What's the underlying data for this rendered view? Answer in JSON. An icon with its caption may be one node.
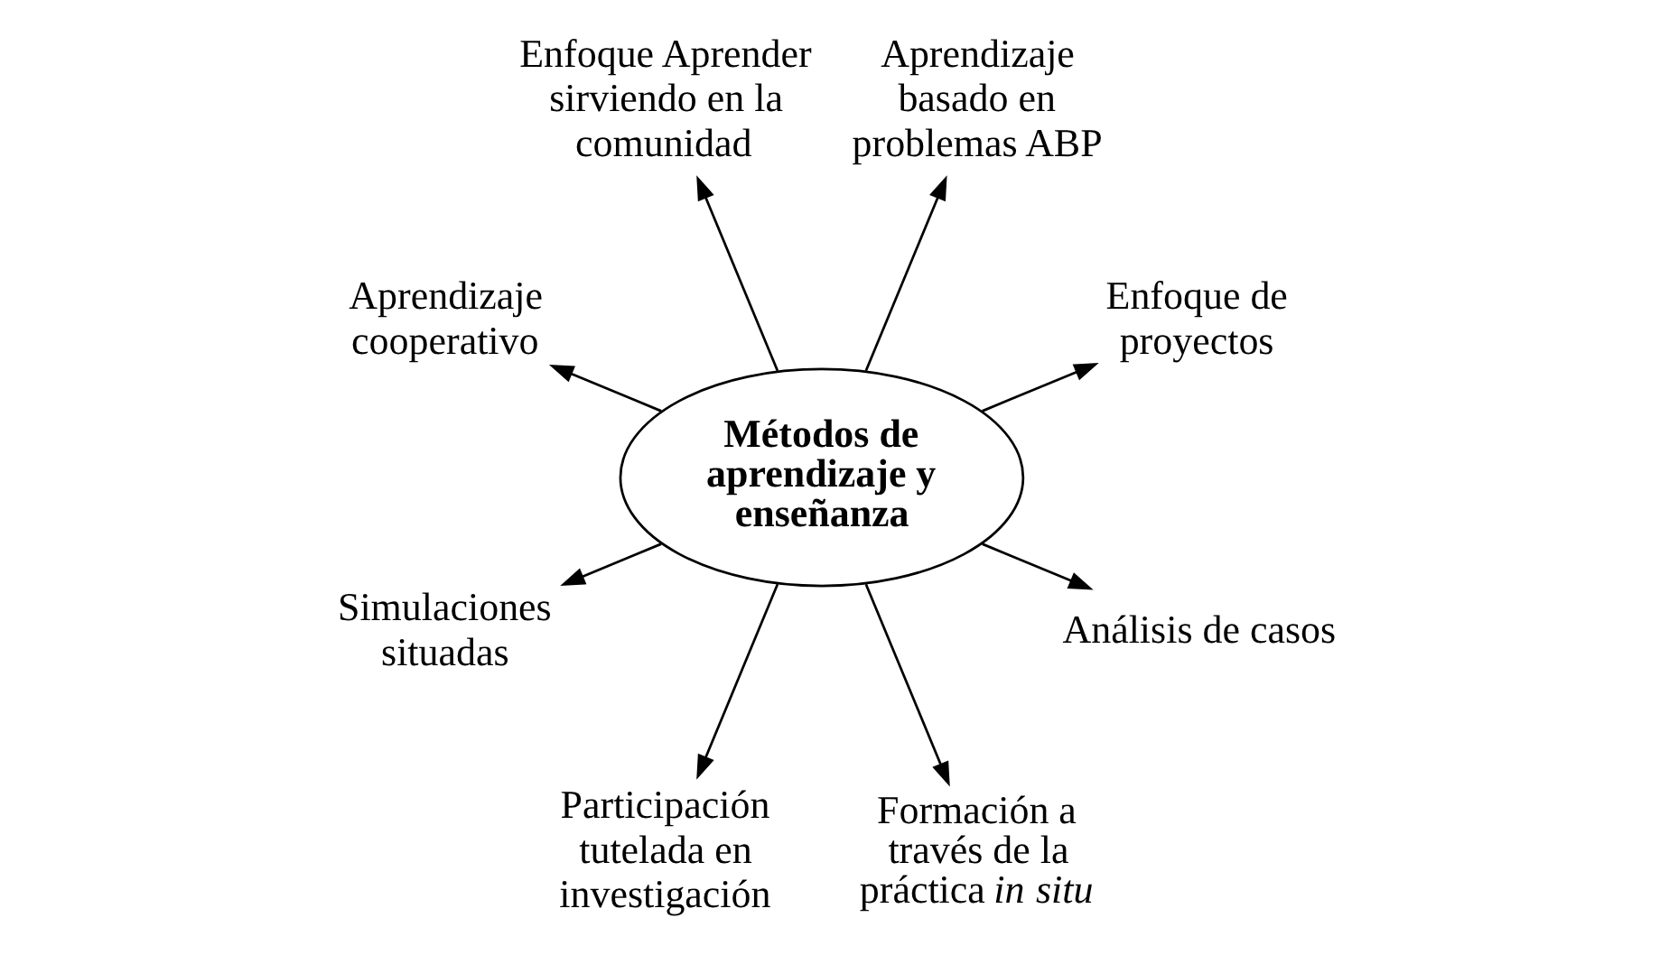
{
  "diagram": {
    "nodes": [
      {
        "text": [
          "Métodos de aprendizaje y enseñanza"
        ]
      },
      {
        "text": [
          "Enfoque de proyectos"
        ]
      },
      {
        "text": [
          "Aprendizaje basado en problemas ABP"
        ]
      },
      {
        "text": [
          "Enfoque Aprender sirviendo en la comunidad"
        ]
      },
      {
        "text": [
          "Aprendizaje cooperativo"
        ]
      },
      {
        "text": [
          "Simulaciones situadas"
        ]
      },
      {
        "text": [
          "Participación tutelada en investigación"
        ]
      },
      {
        "text": [
          "Formación a través de la práctica *in situ*"
        ]
      },
      {
        "text": [
          "Análisis de casos"
        ]
      }
    ],
    "edges": [
      {
        "from": 0,
        "to": 1,
        "arrow": "to"
      },
      {
        "from": 0,
        "to": 2,
        "arrow": "to"
      },
      {
        "from": 0,
        "to": 3,
        "arrow": "to"
      },
      {
        "from": 0,
        "to": 4,
        "arrow": "to"
      },
      {
        "from": 0,
        "to": 5,
        "arrow": "to"
      },
      {
        "from": 0,
        "to": 6,
        "arrow": "to"
      },
      {
        "from": 0,
        "to": 7,
        "arrow": "to"
      },
      {
        "from": 0,
        "to": 8,
        "arrow": "to"
      }
    ]
  }
}
